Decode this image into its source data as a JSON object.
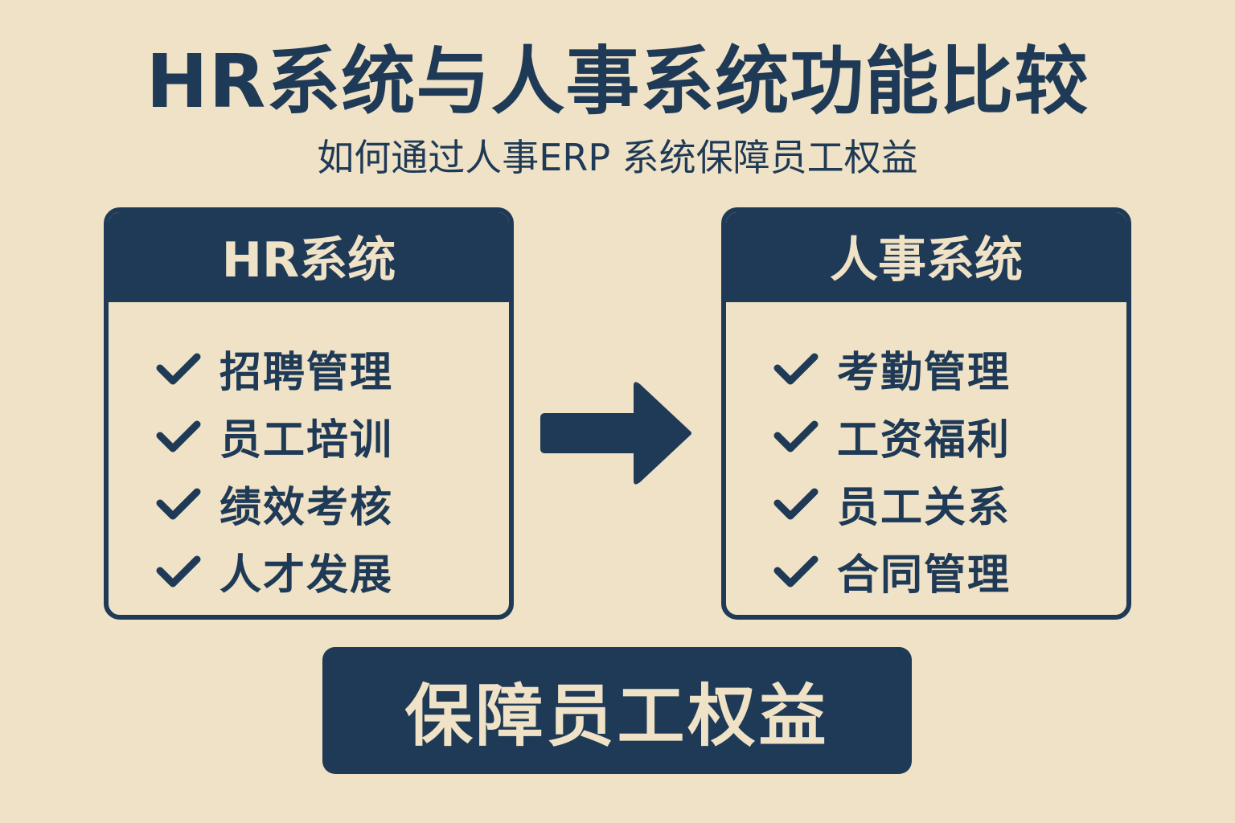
{
  "header": {
    "title": "HR系统与人事系统功能比较",
    "subtitle": "如何通过人事ERP 系统保障员工权益"
  },
  "left_panel": {
    "title": "HR系统",
    "items": [
      {
        "icon": "check-icon",
        "label": "招聘管理"
      },
      {
        "icon": "check-icon",
        "label": "员工培训"
      },
      {
        "icon": "check-icon",
        "label": "绩效考核"
      },
      {
        "icon": "check-icon",
        "label": "人才发展"
      }
    ]
  },
  "right_panel": {
    "title": "人事系统",
    "items": [
      {
        "icon": "check-icon",
        "label": "考勤管理"
      },
      {
        "icon": "check-icon",
        "label": "工资福利"
      },
      {
        "icon": "check-icon",
        "label": "员工关系"
      },
      {
        "icon": "check-icon",
        "label": "合同管理"
      }
    ]
  },
  "connector": {
    "icon": "arrow-right-icon"
  },
  "banner": {
    "label": "保障员工权益"
  },
  "colors": {
    "background": "#efe2c6",
    "primary": "#1f3a56",
    "text_on_primary": "#efe2c6"
  }
}
